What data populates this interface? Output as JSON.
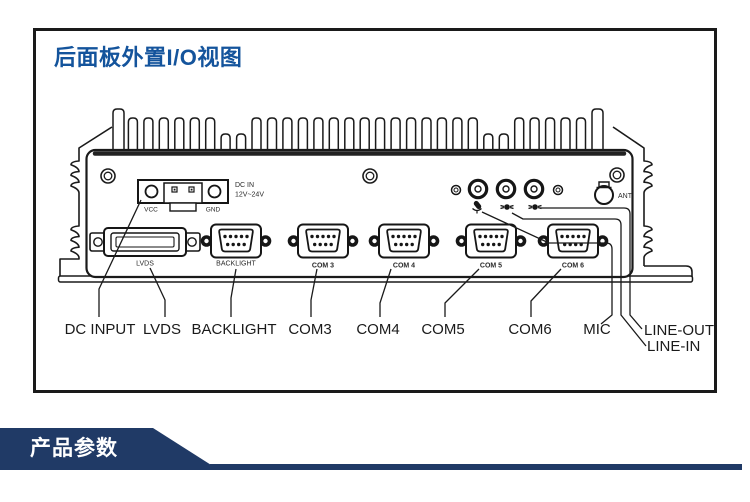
{
  "header": {
    "title": "后面板外置I/O视图"
  },
  "footer_banner": {
    "label": "产品参数"
  },
  "rear_panel": {
    "dc_in": {
      "name": "DC IN",
      "voltage": "12V~24V",
      "pin_vcc": "VCC",
      "pin_gnd": "GND"
    },
    "connector_labels": {
      "lvds": "LVDS",
      "backlight": "BACKLIGHT",
      "com3": "COM 3",
      "com4": "COM 4",
      "com5": "COM 5",
      "com6": "COM 6",
      "ant": "ANT"
    },
    "icons": {
      "mic_icon": "microphone",
      "line_in_icon": "audio-plug",
      "line_out_icon": "audio-plug"
    }
  },
  "callouts": {
    "dc_input": "DC INPUT",
    "lvds": "LVDS",
    "backlight": "BACKLIGHT",
    "com3": "COM3",
    "com4": "COM4",
    "com5": "COM5",
    "com6": "COM6",
    "mic": "MIC",
    "line_out": "LINE-OUT",
    "line_in": "LINE-IN"
  },
  "colors": {
    "title_blue": "#14549c",
    "banner_navy": "#203a66",
    "ink": "#1a1a1a"
  }
}
